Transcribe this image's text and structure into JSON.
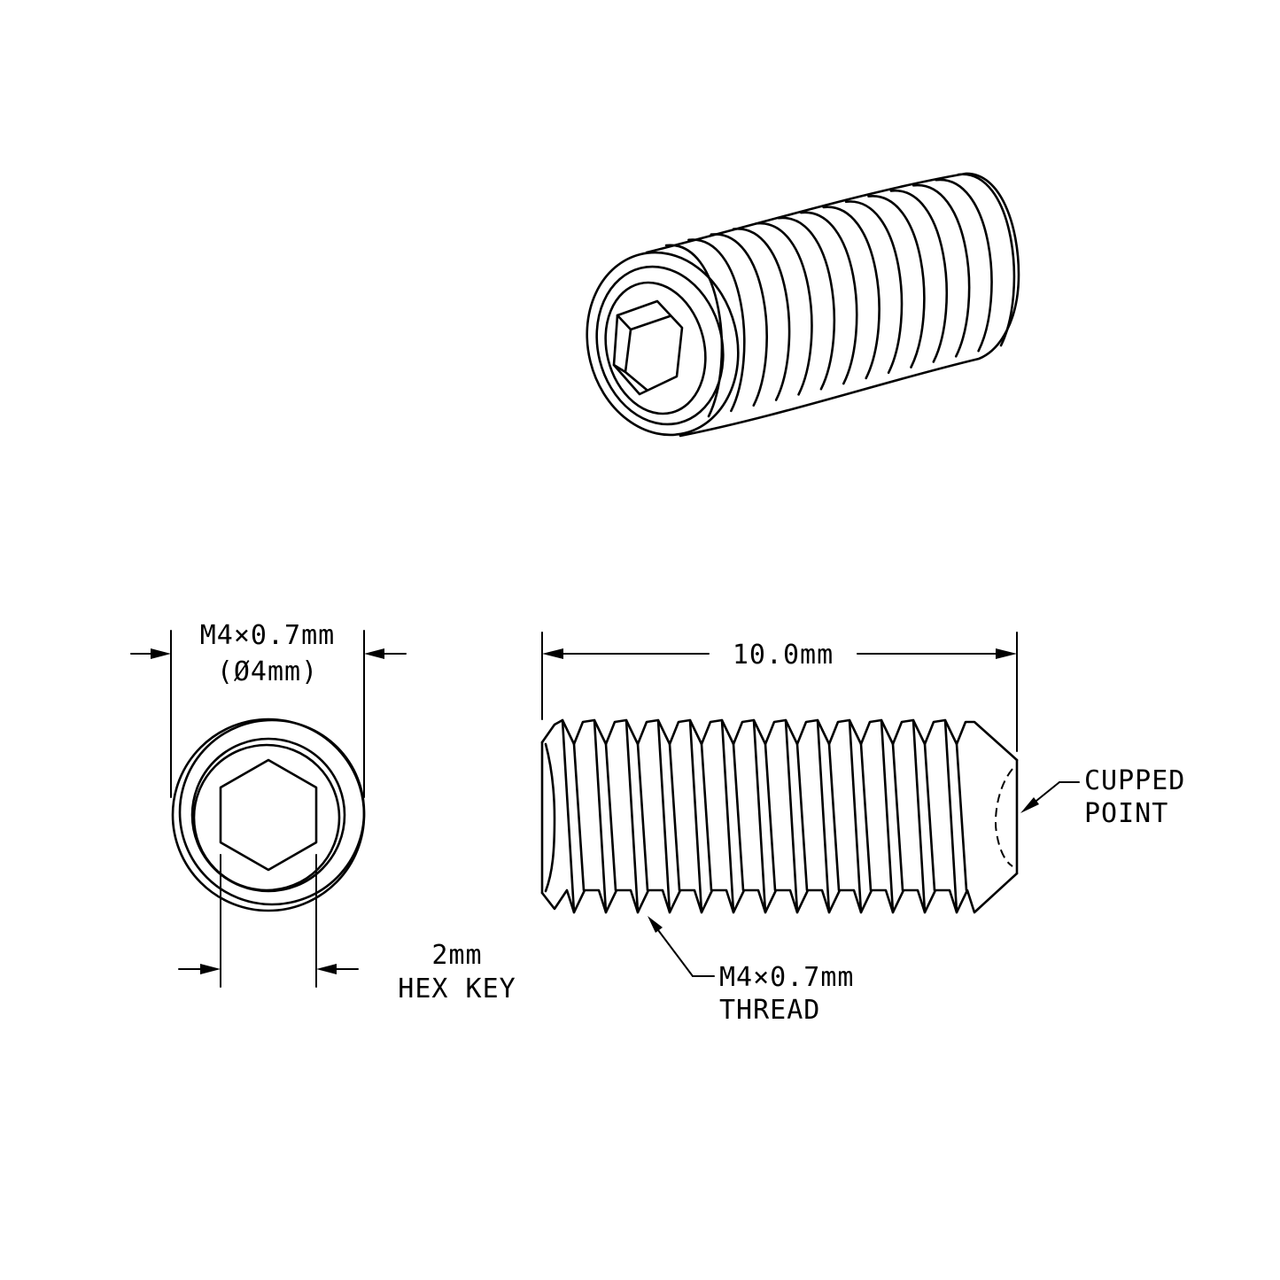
{
  "labels": {
    "diameter_line1": "M4×0.7mm",
    "diameter_line2": "(Ø4mm)",
    "length": "10.0mm",
    "hex_line1": "2mm",
    "hex_line2": "HEX KEY",
    "point_line1": "CUPPED",
    "point_line2": "POINT",
    "thread_line1": "M4×0.7mm",
    "thread_line2": "THREAD"
  },
  "colors": {
    "line": "#000000",
    "background": "#ffffff"
  }
}
